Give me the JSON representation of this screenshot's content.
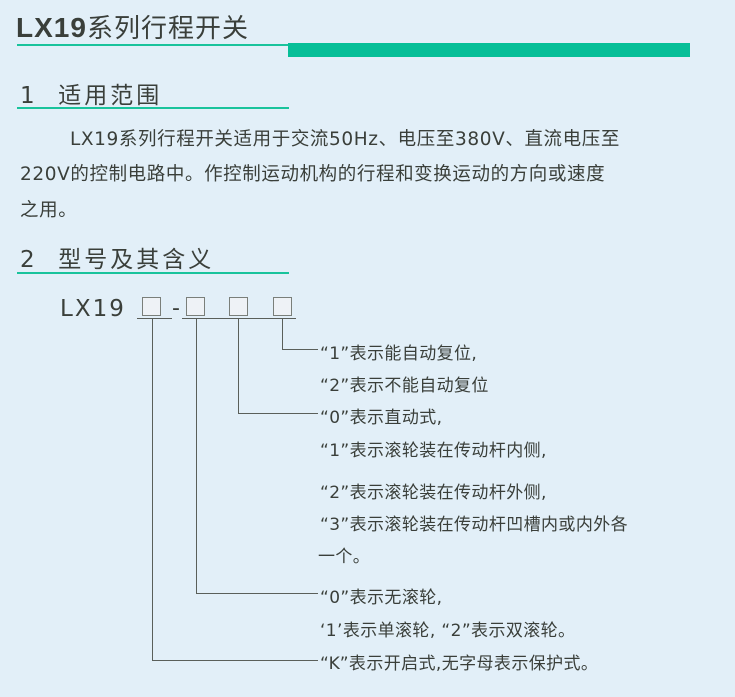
{
  "title": {
    "model": "LX19",
    "text": "系列行程开关"
  },
  "section1": {
    "heading_num": "1",
    "heading": "适用范围",
    "lines": [
      "LX19系列行程开关适用于交流50Hz、电压至380V、直流电压至",
      "220V的控制电路中。作控制运动机构的行程和变换运动的方向或速度",
      "之用。"
    ]
  },
  "section2": {
    "heading_num": "2",
    "heading": "型号及其含义",
    "model_code": "LX19",
    "dash": "-",
    "items": [
      "“1”表示能自动复位,",
      "“2”表示不能自动复位",
      "“0”表示直动式,",
      "“1”表示滚轮装在传动杆内侧,",
      "“2”表示滚轮装在传动杆外侧,",
      "“3”表示滚轮装在传动杆凹槽内或内外各",
      "一个。",
      "“0”表示无滚轮,",
      "‘1’表示单滚轮,  “2”表示双滚轮。",
      "“K”表示开启式,无字母表示保护式。"
    ]
  },
  "colors": {
    "accent": "#06bf98",
    "background": "#e2eff8"
  }
}
